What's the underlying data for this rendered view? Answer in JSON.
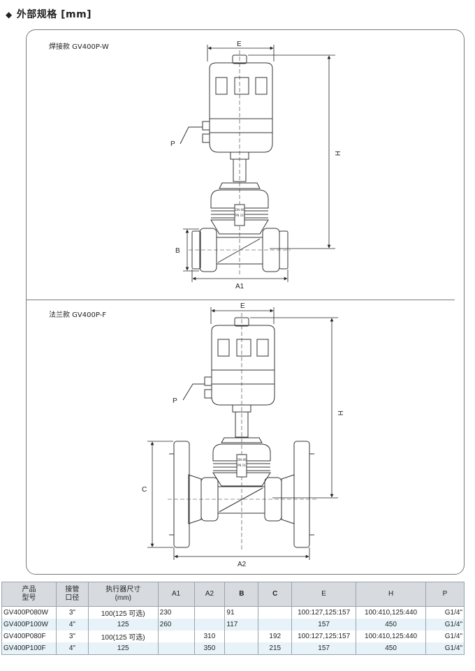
{
  "header": {
    "title": "外部规格 [mm]"
  },
  "variants": [
    {
      "label": "焊接款 GV400P-W",
      "dims": {
        "e": "E",
        "h": "H",
        "p": "P",
        "b": "B",
        "a": "A1"
      },
      "valve_marks": [
        "DN 80",
        "PN 16"
      ]
    },
    {
      "label": "法兰款 GV400P-F",
      "dims": {
        "e": "E",
        "h": "H",
        "p": "P",
        "c": "C",
        "a": "A2"
      },
      "valve_marks": [
        "DN 80",
        "PN 16"
      ]
    }
  ],
  "table": {
    "headers": [
      {
        "l1": "产品",
        "l2": "型号"
      },
      {
        "l1": "接管",
        "l2": "口径"
      },
      {
        "l1": "执行器尺寸",
        "l2": "(mm)"
      },
      {
        "l1": "A1",
        "l2": ""
      },
      {
        "l1": "A2",
        "l2": ""
      },
      {
        "l1": "B",
        "l2": ""
      },
      {
        "l1": "C",
        "l2": ""
      },
      {
        "l1": "E",
        "l2": ""
      },
      {
        "l1": "H",
        "l2": ""
      },
      {
        "l1": "P",
        "l2": ""
      }
    ],
    "rows": [
      [
        "GV400P080W",
        "3\"",
        "100(125 可选)",
        "230",
        "",
        "91",
        "",
        "100:127,125:157",
        "100:410,125:440",
        "G1/4\""
      ],
      [
        "GV400P100W",
        "4\"",
        "125",
        "260",
        "",
        "117",
        "",
        "157",
        "450",
        "G1/4\""
      ],
      [
        "GV400P080F",
        "3\"",
        "100(125 可选)",
        "",
        "310",
        "",
        "192",
        "100:127,125:157",
        "100:410,125:440",
        "G1/4\""
      ],
      [
        "GV400P100F",
        "4\"",
        "125",
        "",
        "350",
        "",
        "215",
        "157",
        "450",
        "G1/4\""
      ]
    ]
  }
}
